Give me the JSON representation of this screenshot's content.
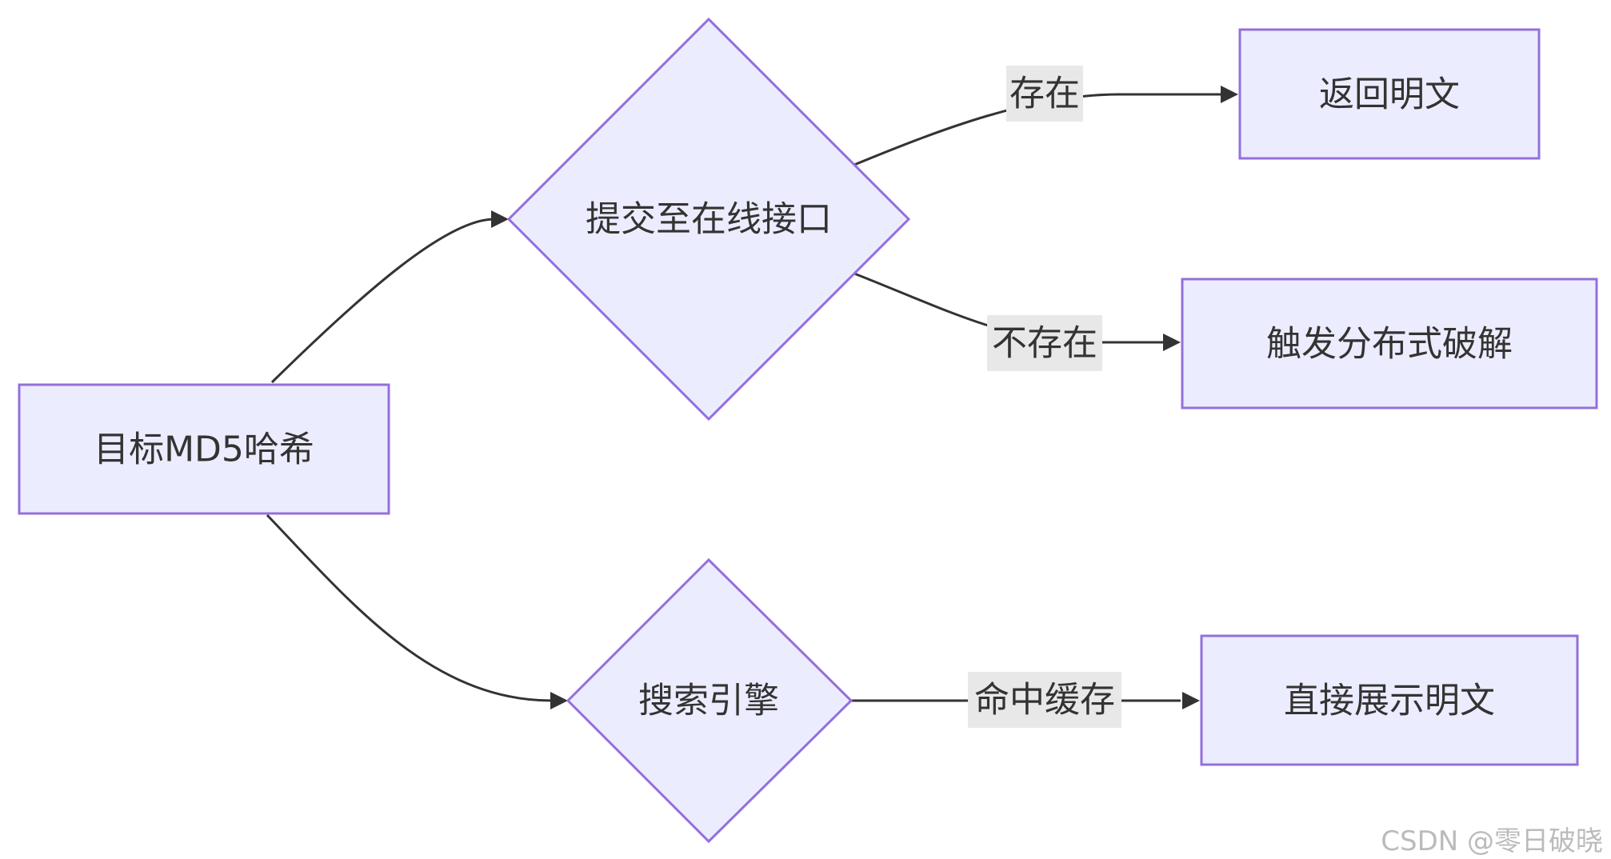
{
  "diagram": {
    "nodes": {
      "target_hash": "目标MD5哈希",
      "submit_online": "提交至在线接口",
      "search_engine": "搜索引擎",
      "return_plaintext": "返回明文",
      "trigger_distributed": "触发分布式破解",
      "show_plaintext": "直接展示明文"
    },
    "edges": {
      "exists": "存在",
      "not_exists": "不存在",
      "cache_hit": "命中缓存"
    },
    "colors": {
      "node_fill": "#ECECFF",
      "node_stroke": "#9370DB",
      "edge": "#333333",
      "edge_label_bg": "#e8e8e8",
      "text": "#333333"
    }
  },
  "watermark": "CSDN @零日破晓"
}
